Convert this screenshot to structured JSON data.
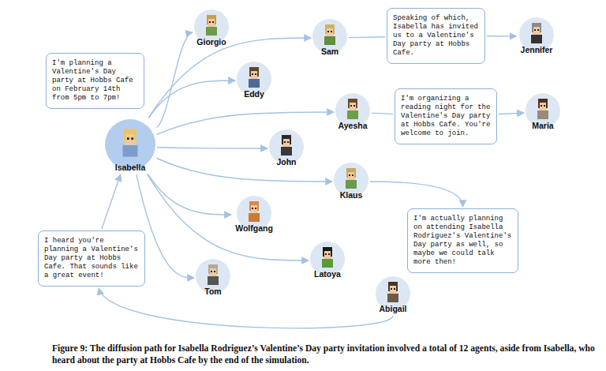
{
  "diagram": {
    "caption": "Figure 9: The diffusion path for Isabella Rodriguez’s Valentine’s Day party invitation involved a total of 12 agents, aside from Isabella, who heard about the party at Hobbs Cafe by the end of the simulation.",
    "nodes": [
      {
        "text": [
          "I'm planning a Valentine's Day party at Hobbs Cafe on February 14th from 5pm to 7pm!"
        ]
      },
      {
        "text": [
          "Isabella"
        ]
      },
      {
        "text": [
          "Giorgio"
        ]
      },
      {
        "text": [
          "Sam"
        ]
      },
      {
        "text": [
          "Speaking of which, Isabella has invited us to a Valentine's Day party at Hobbs Cafe."
        ]
      },
      {
        "text": [
          "Jennifer"
        ]
      },
      {
        "text": [
          "Eddy"
        ]
      },
      {
        "text": [
          "Ayesha"
        ]
      },
      {
        "text": [
          "I'm organizing a reading night for the Valentine's Day party at Hobbs Cafe. You're welcome to join."
        ]
      },
      {
        "text": [
          "Maria"
        ]
      },
      {
        "text": [
          "John"
        ]
      },
      {
        "text": [
          "Klaus"
        ]
      },
      {
        "text": [
          "I'm actually planning on attending Isabella Rodriguez's Valentine's Day party as well, so maybe we could talk more then!"
        ]
      },
      {
        "text": [
          "Wolfgang"
        ]
      },
      {
        "text": [
          "Latoya"
        ]
      },
      {
        "text": [
          "Abigail"
        ]
      },
      {
        "text": [
          "Tom"
        ]
      },
      {
        "text": [
          "I heard you're planning a Valentine's Day party at Hobbs Cafe. That sounds like a great event!"
        ]
      }
    ],
    "edges": [
      {
        "from": 1,
        "to": 2,
        "arrow": "to"
      },
      {
        "from": 1,
        "to": 3,
        "arrow": "to"
      },
      {
        "from": 1,
        "to": 6,
        "arrow": "to"
      },
      {
        "from": 1,
        "to": 7,
        "arrow": "to"
      },
      {
        "from": 1,
        "to": 10,
        "arrow": "to"
      },
      {
        "from": 1,
        "to": 11,
        "arrow": "to"
      },
      {
        "from": 1,
        "to": 13,
        "arrow": "to"
      },
      {
        "from": 1,
        "to": 14,
        "arrow": "to"
      },
      {
        "from": 1,
        "to": 16,
        "arrow": "to"
      },
      {
        "from": 3,
        "to": 4,
        "arrow": "none"
      },
      {
        "from": 4,
        "to": 5,
        "arrow": "to"
      },
      {
        "from": 7,
        "to": 8,
        "arrow": "none"
      },
      {
        "from": 8,
        "to": 9,
        "arrow": "to"
      },
      {
        "from": 11,
        "to": 12,
        "arrow": "to"
      },
      {
        "from": 15,
        "to": 17,
        "arrow": "to"
      },
      {
        "from": 17,
        "to": 1,
        "arrow": "to"
      }
    ]
  }
}
